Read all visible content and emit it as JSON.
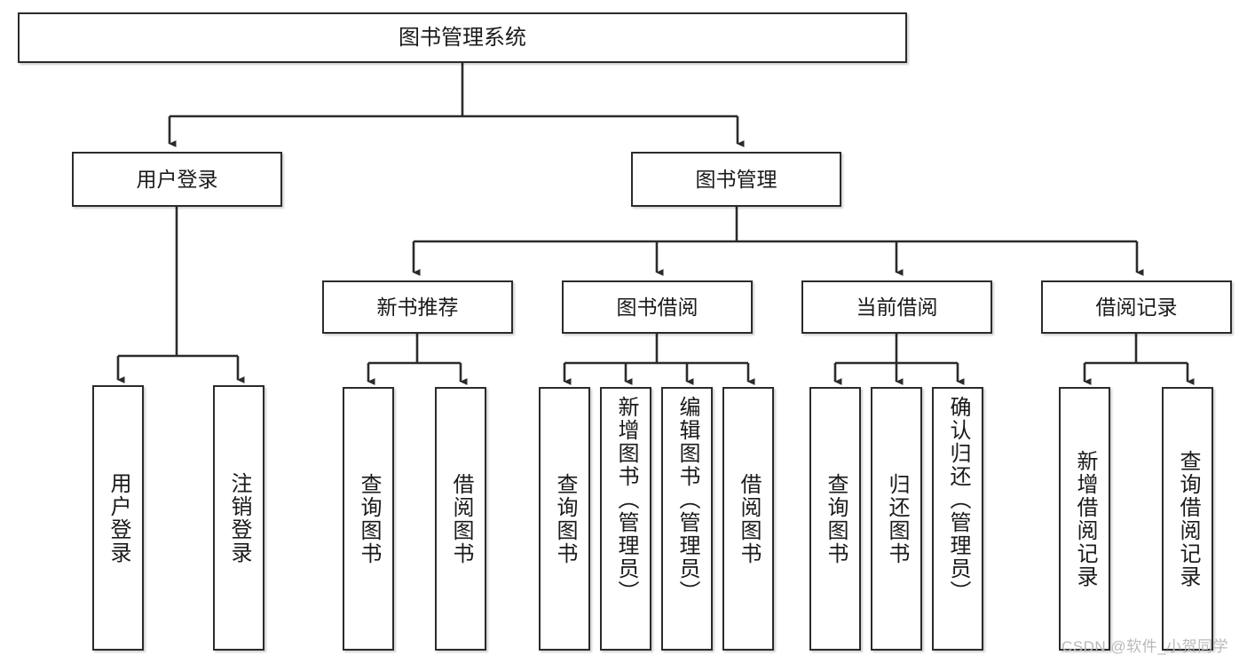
{
  "diagram": {
    "type": "tree-hierarchy",
    "title": "图书管理系统",
    "orientation": "top-down",
    "colors": {
      "box_border": "#2b2b2b",
      "box_fill": "#ffffff",
      "edge": "#2b2b2b",
      "text": "#1a1a1a",
      "watermark": "#b9b9b9"
    },
    "root": {
      "label": "图书管理系统"
    },
    "level1": [
      {
        "label": "用户登录"
      },
      {
        "label": "图书管理"
      }
    ],
    "level2": [
      {
        "label": "新书推荐"
      },
      {
        "label": "图书借阅"
      },
      {
        "label": "当前借阅"
      },
      {
        "label": "借阅记录"
      }
    ],
    "leaves": {
      "user_login": [
        {
          "label": "用户登录"
        },
        {
          "label": "注销登录"
        }
      ],
      "new_book_recommend": [
        {
          "label": "查询图书"
        },
        {
          "label": "借阅图书"
        }
      ],
      "book_borrow": [
        {
          "label": "查询图书"
        },
        {
          "label": "新增图书（管理员）"
        },
        {
          "label": "编辑图书（管理员）"
        },
        {
          "label": "借阅图书"
        }
      ],
      "current_borrow": [
        {
          "label": "查询图书"
        },
        {
          "label": "归还图书"
        },
        {
          "label": "确认归还（管理员）"
        }
      ],
      "borrow_record": [
        {
          "label": "新增借阅记录"
        },
        {
          "label": "查询借阅记录"
        }
      ]
    }
  },
  "watermark": {
    "text": "CSDN @软件_小贺同学"
  }
}
